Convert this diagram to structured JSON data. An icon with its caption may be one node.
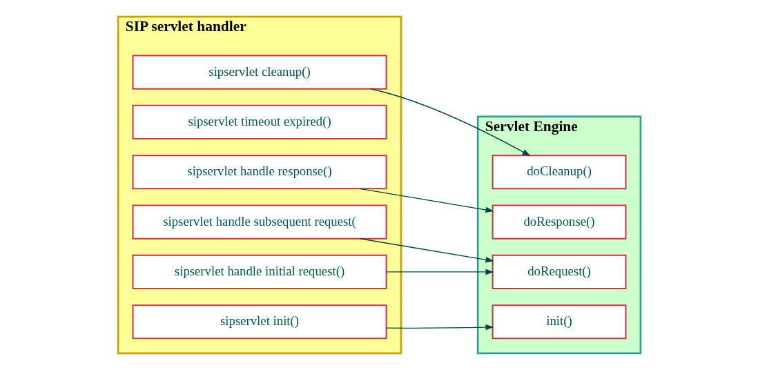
{
  "diagram": {
    "nodes": [
      {
        "text": [
          "SIP servlet handler"
        ]
      },
      {
        "text": [
          "sipservlet init()"
        ],
        "in": 0
      },
      {
        "text": [
          "sipservlet handle initial request()"
        ],
        "in": 0
      },
      {
        "text": [
          "sipservlet handle subsequent request("
        ],
        "in": 0
      },
      {
        "text": [
          "sipservlet handle response()"
        ],
        "in": 0
      },
      {
        "text": [
          "sipservlet timeout expired()"
        ],
        "in": 0
      },
      {
        "text": [
          "sipservlet cleanup()"
        ],
        "in": 0
      },
      {
        "text": [
          "Servlet Engine"
        ]
      },
      {
        "text": [
          "init()"
        ],
        "in": 7
      },
      {
        "text": [
          "doRequest()"
        ],
        "in": 7
      },
      {
        "text": [
          "doResponse()"
        ],
        "in": 7
      },
      {
        "text": [
          "doCleanup()"
        ],
        "in": 7
      }
    ],
    "edges": [
      {
        "from": 1,
        "to": 8,
        "arrow": "to"
      },
      {
        "from": 2,
        "to": 9,
        "arrow": "to"
      },
      {
        "from": 3,
        "to": 9,
        "arrow": "to"
      },
      {
        "from": 4,
        "to": 10,
        "arrow": "to"
      },
      {
        "from": 6,
        "to": 11,
        "arrow": "to"
      }
    ]
  }
}
